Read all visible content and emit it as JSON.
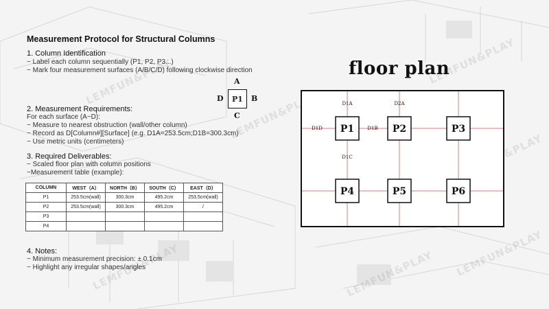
{
  "heading": "Measurement Protocol for Structural Columns",
  "section1": {
    "title": "1. Column Identification",
    "lines": [
      "− Label each column sequentially (P1, P2, P3...)",
      "− Mark four measurement surfaces (A/B/C/D) following clockwise direction"
    ]
  },
  "section2": {
    "title": "2. Measurement Requirements:",
    "lines": [
      "For each surface (A−D):",
      "− Measure to nearest obstruction (wall/other column)",
      "− Record as D[Column#][Surface] (e.g. D1A=253.5cm;D1B=300.3cm)",
      "− Use metric units (centimeters)"
    ]
  },
  "section3": {
    "title": "3. Required Deliverables:",
    "lines": [
      "− Scaled floor plan with column positions",
      "−Measurement table (example):"
    ]
  },
  "section4": {
    "title": "4. Notes:",
    "lines": [
      "− Minimum measurement precision: ± 0.1cm",
      "− Highlight any irregular shapes/angles"
    ]
  },
  "mini_diagram": {
    "top": "A",
    "right": "B",
    "bottom": "C",
    "left": "D",
    "center": "P1"
  },
  "table": {
    "headers": [
      "COLUMN",
      "WEST（A）",
      "NORTH（B）",
      "SOUTH（C）",
      "EAST（D）"
    ],
    "rows": [
      [
        "P1",
        "253.5cm(wall)",
        "300.3cm",
        "495.2cm",
        "253.5cm(wall)"
      ],
      [
        "P2",
        "253.5cm(wall)",
        "300.3cm",
        "495.2cm",
        "/"
      ],
      [
        "P3",
        "",
        "",
        "",
        ""
      ],
      [
        "P4",
        "",
        "",
        "",
        ""
      ]
    ]
  },
  "floor_plan": {
    "title": "floor plan",
    "columns": [
      "P1",
      "P2",
      "P3",
      "P4",
      "P5",
      "P6"
    ],
    "dims": {
      "d1a": "D1A",
      "d2a": "D2A",
      "d1d": "D1D",
      "d1b": "D1B",
      "d1c": "D1C"
    }
  },
  "watermark": "LEMFUN&PLAY",
  "colors": {
    "plan_line": "#e07a7a",
    "wall": "#111111"
  }
}
